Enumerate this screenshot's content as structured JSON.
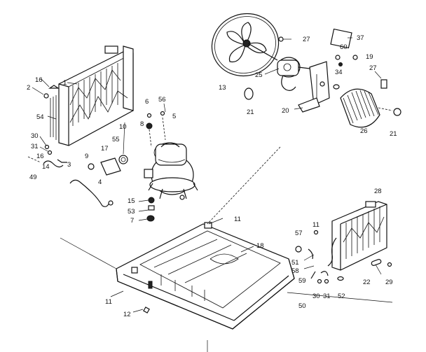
{
  "diagram": {
    "callouts": [
      {
        "id": "c16a",
        "text": "16"
      },
      {
        "id": "c2",
        "text": "2"
      },
      {
        "id": "c1",
        "text": "1"
      },
      {
        "id": "c54",
        "text": "54"
      },
      {
        "id": "c30a",
        "text": "30"
      },
      {
        "id": "c31a",
        "text": "31"
      },
      {
        "id": "c16b",
        "text": "16"
      },
      {
        "id": "c14",
        "text": "14"
      },
      {
        "id": "c3",
        "text": "3"
      },
      {
        "id": "c49",
        "text": "49"
      },
      {
        "id": "c9",
        "text": "9"
      },
      {
        "id": "c17",
        "text": "17"
      },
      {
        "id": "c10",
        "text": "10"
      },
      {
        "id": "c55",
        "text": "55"
      },
      {
        "id": "c6",
        "text": "6"
      },
      {
        "id": "c56",
        "text": "56"
      },
      {
        "id": "c5",
        "text": "5"
      },
      {
        "id": "c8",
        "text": "8"
      },
      {
        "id": "c4",
        "text": "4"
      },
      {
        "id": "c15",
        "text": "15"
      },
      {
        "id": "c53",
        "text": "53"
      },
      {
        "id": "c7",
        "text": "7"
      },
      {
        "id": "c13",
        "text": "13"
      },
      {
        "id": "c21a",
        "text": "21"
      },
      {
        "id": "c25",
        "text": "25"
      },
      {
        "id": "c27a",
        "text": "27"
      },
      {
        "id": "c37",
        "text": "37"
      },
      {
        "id": "c60",
        "text": "60"
      },
      {
        "id": "c19",
        "text": "19"
      },
      {
        "id": "c34",
        "text": "34"
      },
      {
        "id": "c27b",
        "text": "27"
      },
      {
        "id": "c20",
        "text": "20"
      },
      {
        "id": "c26",
        "text": "26"
      },
      {
        "id": "c21b",
        "text": "21"
      },
      {
        "id": "c11a",
        "text": "11"
      },
      {
        "id": "c18",
        "text": "18"
      },
      {
        "id": "c11b",
        "text": "11"
      },
      {
        "id": "c12",
        "text": "12"
      },
      {
        "id": "c28",
        "text": "28"
      },
      {
        "id": "c57",
        "text": "57"
      },
      {
        "id": "c11c",
        "text": "11"
      },
      {
        "id": "c51",
        "text": "51"
      },
      {
        "id": "c58",
        "text": "58"
      },
      {
        "id": "c59",
        "text": "59"
      },
      {
        "id": "c50",
        "text": "50"
      },
      {
        "id": "c30b",
        "text": "30"
      },
      {
        "id": "c31b",
        "text": "31"
      },
      {
        "id": "c52",
        "text": "52"
      },
      {
        "id": "c22",
        "text": "22"
      },
      {
        "id": "c29",
        "text": "29"
      }
    ]
  }
}
